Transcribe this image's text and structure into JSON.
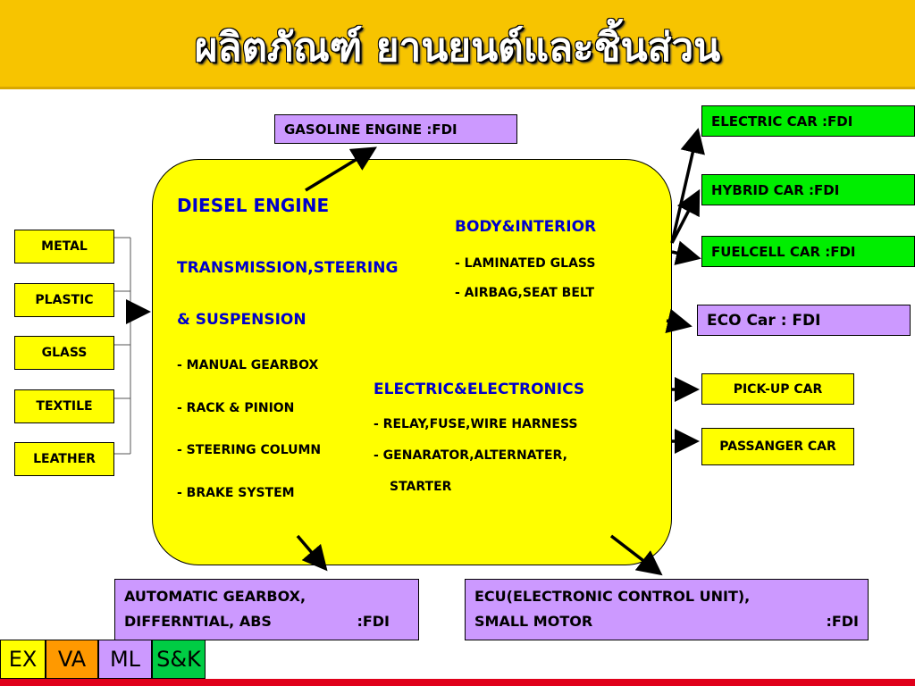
{
  "title": "ผลิตภัณฑ์ ยานยนต์และชิ้นส่วน",
  "materials": [
    "METAL",
    "PLASTIC",
    "GLASS",
    "TEXTILE",
    "LEATHER"
  ],
  "gasoline": "GASOLINE ENGINE :FDI",
  "core": {
    "diesel": "DIESEL ENGINE",
    "transmission_1": "TRANSMISSION,STEERING",
    "transmission_2": "& SUSPENSION",
    "trans_items": [
      "- MANUAL GEARBOX",
      "- RACK & PINION",
      "- STEERING COLUMN",
      "- BRAKE SYSTEM"
    ],
    "body": "BODY&INTERIOR",
    "body_items": [
      "- LAMINATED GLASS",
      "- AIRBAG,SEAT BELT"
    ],
    "electric": "ELECTRIC&ELECTRONICS",
    "electric_items": [
      "- RELAY,FUSE,WIRE HARNESS",
      "- GENARATOR,ALTERNATER,",
      "STARTER"
    ]
  },
  "outputs": {
    "electric_car": "ELECTRIC CAR  :FDI",
    "hybrid_car": "HYBRID CAR     :FDI",
    "fuelcell_car": "FUELCELL CAR :FDI",
    "eco_car": "ECO Car : FDI",
    "pickup_car": "PICK-UP CAR",
    "passanger_car": "PASSANGER CAR"
  },
  "bottom_left": {
    "line1": "AUTOMATIC GEARBOX,",
    "line2_left": "DIFFERNTIAL, ABS",
    "line2_right": ":FDI"
  },
  "bottom_right": {
    "line1": "ECU(ELECTRONIC CONTROL UNIT),",
    "line2_left": "SMALL MOTOR",
    "line2_right": ":FDI"
  },
  "legend": [
    {
      "label": "EX",
      "color": "#ffff00"
    },
    {
      "label": "VA",
      "color": "#ff9900"
    },
    {
      "label": "ML",
      "color": "#cc99ff"
    },
    {
      "label": "S&K",
      "color": "#00cc44"
    }
  ]
}
